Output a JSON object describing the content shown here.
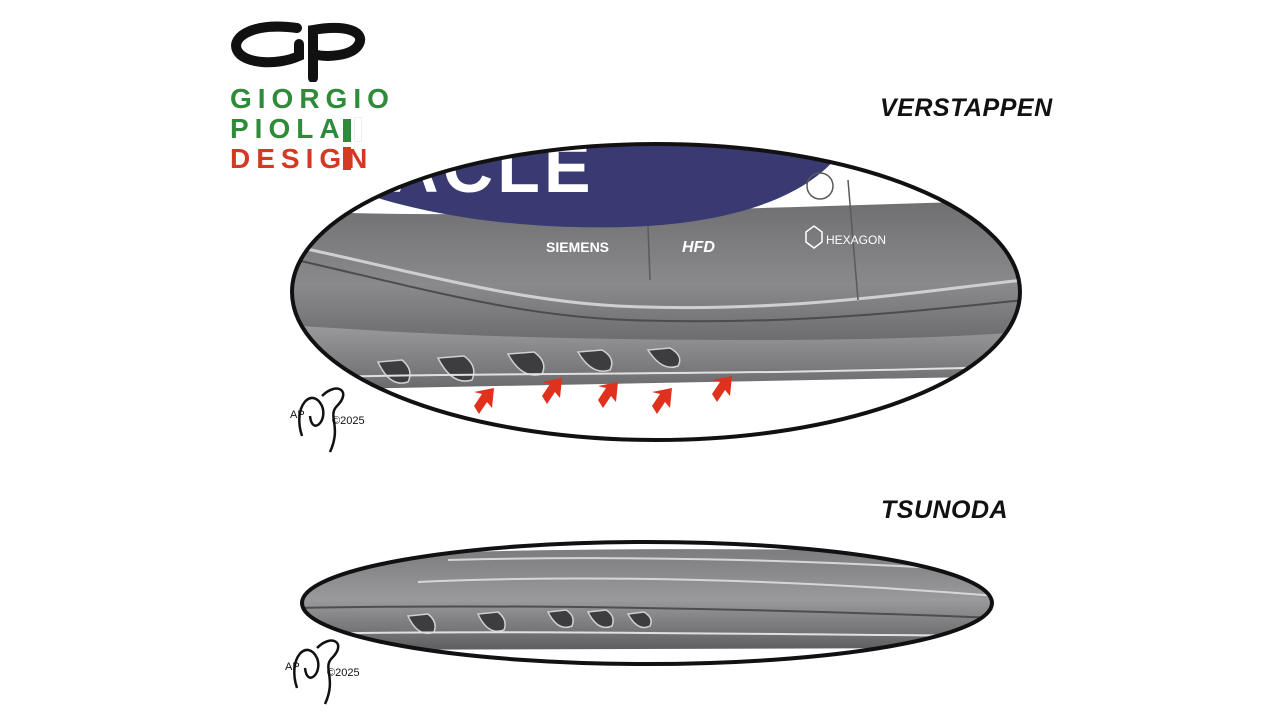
{
  "logo": {
    "line1": "GIORGIO",
    "line2": "PIOLA",
    "line3": "DESIGN",
    "flag_colors": [
      "#2f8a3a",
      "#ffffff",
      "#d43a22"
    ]
  },
  "panels": [
    {
      "driver": "VERSTAPPEN",
      "sponsor_text": "ACLE",
      "sponsors": [
        "SIEMENS",
        "HFD",
        "HEXAGON"
      ],
      "arrow_color": "#e0311f"
    },
    {
      "driver": "TSUNODA"
    }
  ],
  "signature": {
    "initials": "AP",
    "year": "©2025"
  }
}
